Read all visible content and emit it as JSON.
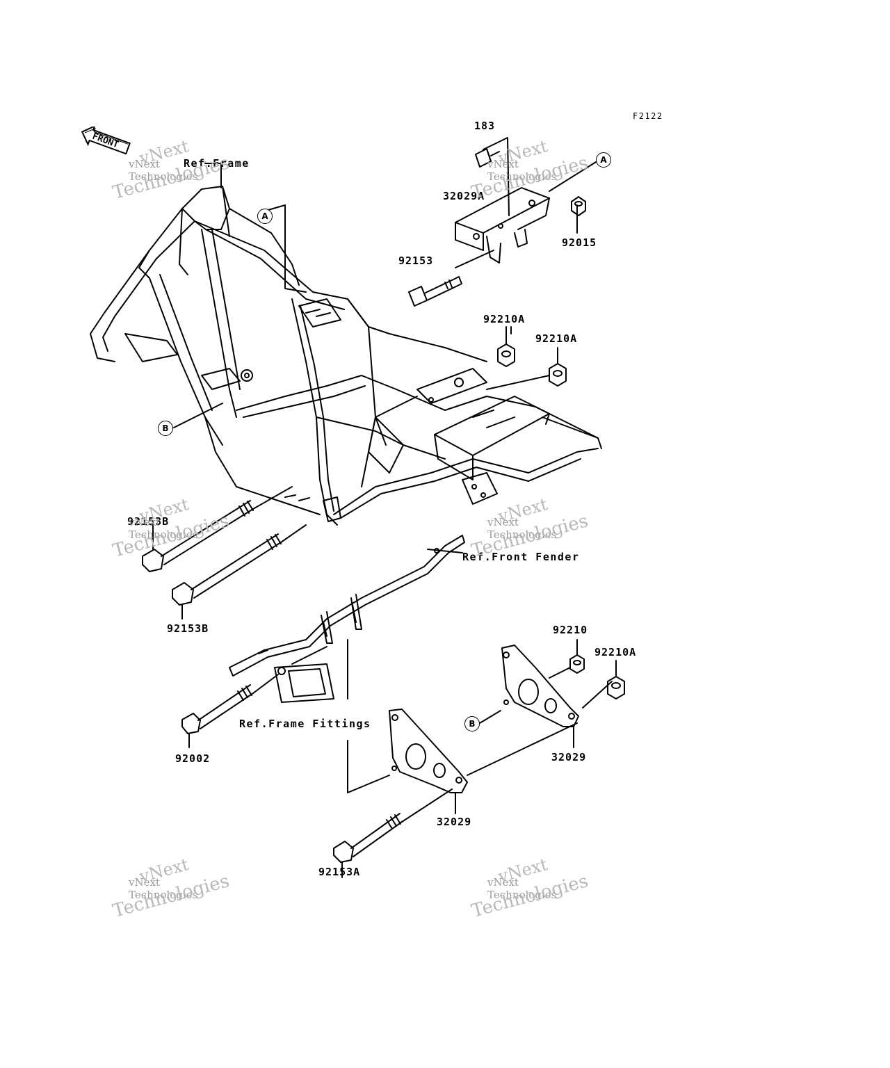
{
  "figure_code": "F2122",
  "front_label": "FRONT",
  "watermark": {
    "line1": "vNext",
    "line2": "vNext Technologies",
    "line3": "Technologies"
  },
  "parts": {
    "p183": "183",
    "p32029A": "32029A",
    "p92015": "92015",
    "p92153": "92153",
    "p92210A_1": "92210A",
    "p92210A_2": "92210A",
    "p92153B_1": "92153B",
    "p92153B_2": "92153B",
    "p92210": "92210",
    "p92210A_3": "92210A",
    "p92002": "92002",
    "p32029_1": "32029",
    "p32029_2": "32029",
    "p92153A": "92153A"
  },
  "refs": {
    "frame": "Ref.Frame",
    "front_fender": "Ref.Front Fender",
    "frame_fittings": "Ref.Frame Fittings"
  },
  "markers": {
    "a1": "A",
    "a2": "A",
    "b1": "B",
    "b2": "B"
  }
}
